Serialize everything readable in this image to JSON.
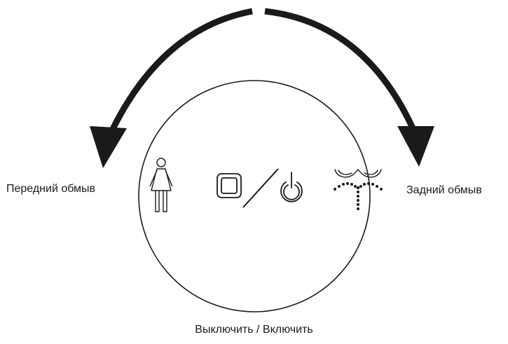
{
  "labels": {
    "front_wash": "Передний обмыв",
    "rear_wash": "Задний обмыв",
    "power": "Выключить / Включить"
  },
  "icons": {
    "front_wash": "female-figure-icon",
    "stop": "stop-square-icon",
    "power": "power-icon",
    "rear_wash": "rear-wash-spray-icon"
  },
  "colors": {
    "ink": "#1a1a1a",
    "background": "#ffffff"
  }
}
